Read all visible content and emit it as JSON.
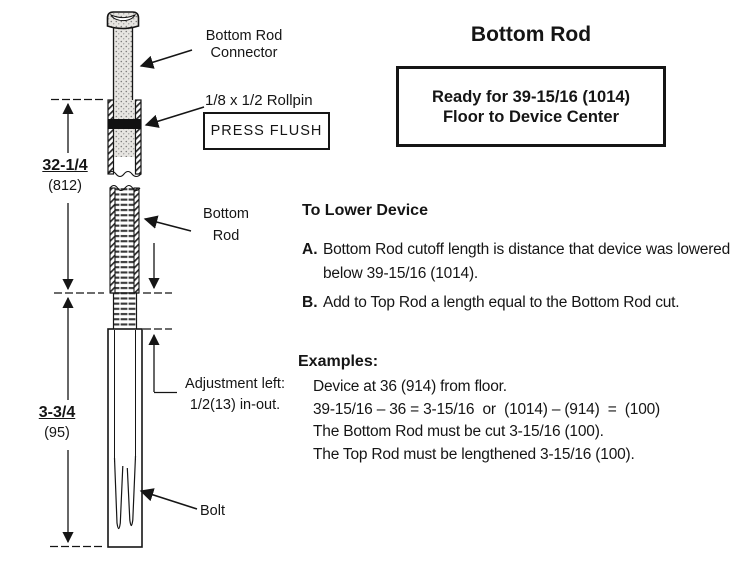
{
  "diagram": {
    "labels": {
      "connector_line1": "Bottom Rod",
      "connector_line2": "Connector",
      "rollpin": "1/8 x 1/2 Rollpin",
      "press_flush": "PRESS FLUSH",
      "dim_total_in": "32-1/4",
      "dim_total_mm": "(812)",
      "bottom_rod_line1": "Bottom",
      "bottom_rod_line2": "Rod",
      "dim_bolt_in": "3-3/4",
      "dim_bolt_mm": "(95)",
      "adjustment_line1": "Adjustment left:",
      "adjustment_line2": "1/2(13) in-out.",
      "bolt": "Bolt"
    }
  },
  "content": {
    "title": "Bottom Rod",
    "ready_box_line1": "Ready for 39-15/16 (1014)",
    "ready_box_line2": "Floor to Device Center",
    "section_heading": "To Lower Device",
    "items": [
      {
        "label": "A.",
        "text": "Bottom Rod cutoff length is distance that device was lowered below 39-15/16 (1014)."
      },
      {
        "label": "B.",
        "text": "Add to Top Rod a length equal to the Bottom Rod cut."
      }
    ],
    "examples_heading": "Examples:",
    "example_lines": [
      "Device at 36 (914) from floor.",
      "39-15/16 – 36 = 3-15/16  or  (1014) – (914)  =  (100)",
      "The Bottom Rod must be cut 3-15/16 (100).",
      "The Top Rod must be lengthened 3-15/16 (100)."
    ]
  }
}
